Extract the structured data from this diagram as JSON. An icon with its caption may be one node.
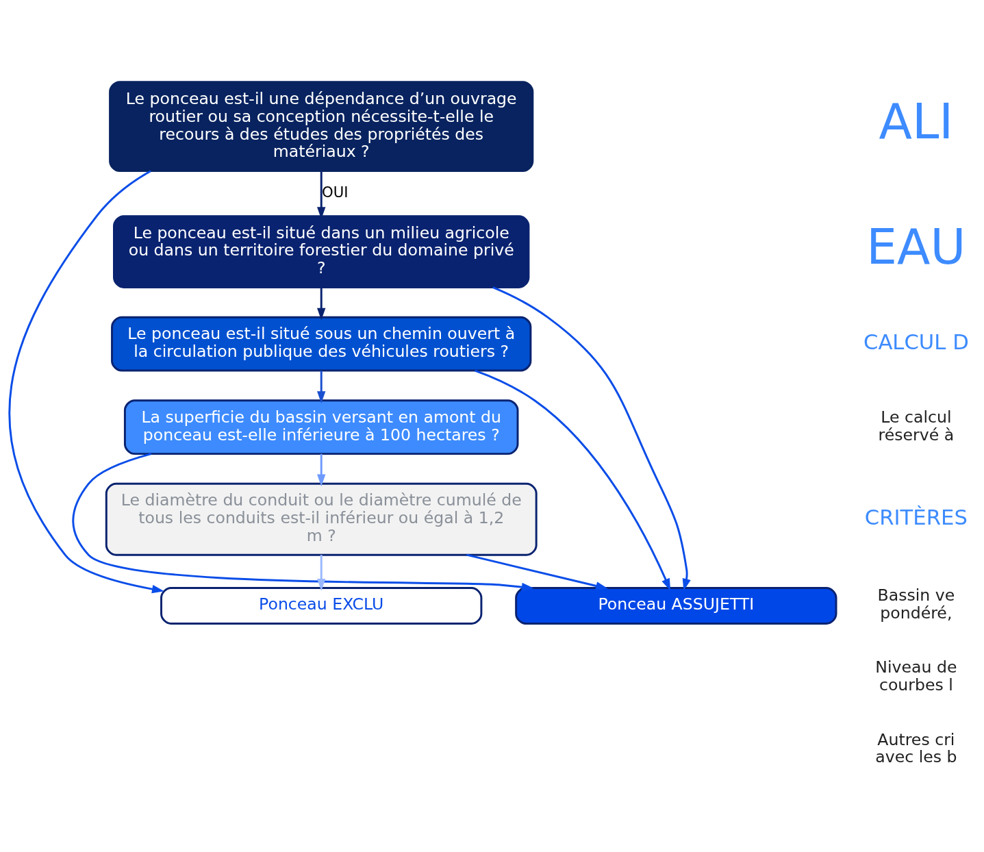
{
  "diagram": {
    "nodes": [
      {
        "text": [
          "Le ponceau est-il une dépendance d’un ouvrage routier ou sa conception nécessite-t-elle le recours à des études des propriétés des matériaux ?"
        ]
      },
      {
        "text": [
          "Le ponceau est-il situé dans un milieu agricole ou dans un territoire forestier du domaine privé ?"
        ]
      },
      {
        "text": [
          "Le ponceau est-il situé sous un chemin ouvert à la circulation publique des véhicules routiers ?"
        ]
      },
      {
        "text": [
          "La superficie du bassin versant en amont du ponceau est-elle inférieure à 100 hectares ?"
        ]
      },
      {
        "text": [
          "Le diamètre du conduit ou le diamètre cumulé de tous les conduits est-il inférieur ou égal à 1,2 m ?"
        ]
      },
      {
        "text": [
          "Ponceau EXCLU"
        ]
      },
      {
        "text": [
          "Ponceau ASSUJETTI"
        ]
      }
    ],
    "edges": [
      {
        "from": 0,
        "to": 1,
        "arrow": "to",
        "label": "OUI",
        "color": "#0a2370"
      },
      {
        "from": 0,
        "to": 5,
        "arrow": "to"
      },
      {
        "from": 1,
        "to": 2,
        "arrow": "to",
        "color": "#0a2370"
      },
      {
        "from": 1,
        "to": 6,
        "arrow": "to"
      },
      {
        "from": 2,
        "to": 3,
        "arrow": "to",
        "color": "#1a4fd0"
      },
      {
        "from": 2,
        "to": 6,
        "arrow": "to"
      },
      {
        "from": 3,
        "to": 4,
        "arrow": "to",
        "color": "#6f9bff"
      },
      {
        "from": 3,
        "to": 6,
        "arrow": "to"
      },
      {
        "from": 4,
        "to": 5,
        "arrow": "to",
        "color": "#9ab8ff"
      },
      {
        "from": 4,
        "to": 6,
        "arrow": "to"
      }
    ],
    "labels": [
      "ALI",
      "EAU",
      "CALCUL D",
      "Le calcul réservé à",
      "CRITÈRES",
      "Bassin ve pondéré,",
      "Niveau de courbes l",
      "Autres cri avec les b"
    ]
  }
}
